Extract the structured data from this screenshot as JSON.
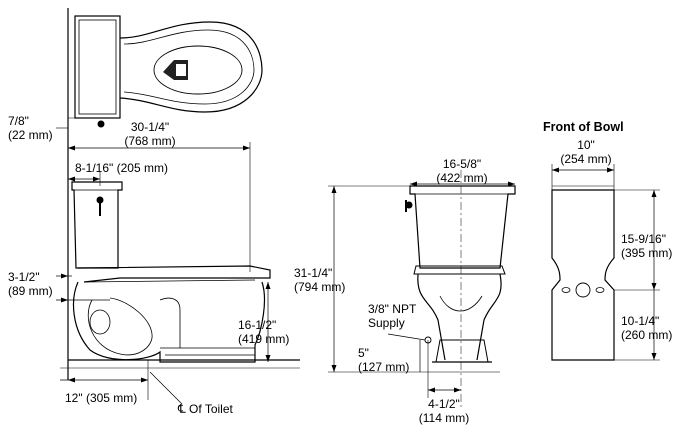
{
  "colors": {
    "line": "#000000",
    "thin": "#1a1a1a",
    "background": "#ffffff"
  },
  "labels": {
    "front_of_bowl_title": "Front of Bowl",
    "dim_7_8": [
      "7/8\"",
      "(22 mm)"
    ],
    "dim_30_1_4": [
      "30-1/4\"",
      "(768 mm)"
    ],
    "dim_8_1_16": "8-1/16\" (205 mm)",
    "dim_3_1_2": [
      "3-1/2\"",
      "(89 mm)"
    ],
    "dim_16_1_2": [
      "16-1/2\"",
      "(419 mm)"
    ],
    "dim_12": "12\" (305 mm)",
    "centerline_of_toilet": "℄ Of Toilet",
    "dim_16_5_8": [
      "16-5/8\"",
      "(422 mm)"
    ],
    "dim_31_1_4": [
      "31-1/4\"",
      "(794 mm)"
    ],
    "supply": [
      "3/8\" NPT",
      "Supply"
    ],
    "dim_5": [
      "5\"",
      "(127 mm)"
    ],
    "dim_4_1_2": [
      "4-1/2\"",
      "(114 mm)"
    ],
    "dim_10": [
      "10\"",
      "(254 mm)"
    ],
    "dim_15_9_16": [
      "15-9/16\"",
      "(395 mm)"
    ],
    "dim_10_1_4": [
      "10-1/4\"",
      "(260 mm)"
    ]
  }
}
